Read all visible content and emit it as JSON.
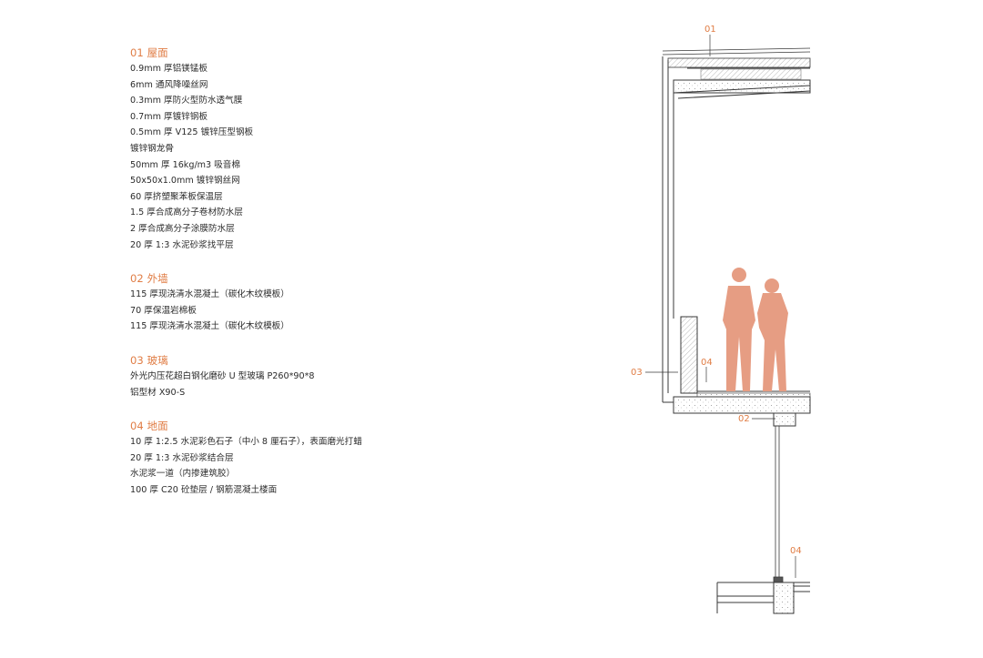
{
  "sections": [
    {
      "num": "01",
      "title": "屋面",
      "items": [
        "0.9mm 厚铝镁锰板",
        "6mm 通风降噪丝网",
        "0.3mm 厚防火型防水透气膜",
        "0.7mm 厚镀锌钢板",
        "0.5mm 厚 V125 镀锌压型钢板",
        "镀锌钢龙骨",
        "50mm 厚 16kg/m3 吸音棉",
        "50x50x1.0mm 镀锌钢丝网",
        "60 厚挤塑聚苯板保温层",
        "1.5 厚合成高分子卷材防水层",
        "2 厚合成高分子涂膜防水层",
        "20 厚 1:3 水泥砂浆找平层"
      ]
    },
    {
      "num": "02",
      "title": "外墙",
      "items": [
        "115 厚现浇清水混凝土（碳化木纹模板）",
        "70 厚保温岩棉板",
        "115 厚现浇清水混凝土（碳化木纹模板）"
      ]
    },
    {
      "num": "03",
      "title": "玻璃",
      "items": [
        "外光内压花超白钢化磨砂 U 型玻璃 P260*90*8",
        "铝型材 X90-S"
      ]
    },
    {
      "num": "04",
      "title": "地面",
      "items": [
        "10 厚 1:2.5 水泥彩色石子（中小 8 厘石子），表面磨光打蜡",
        "20 厚 1:3 水泥砂浆结合层",
        "水泥浆一道（内掺建筑胶）",
        "100 厚 C20 砼垫层 / 钢筋混凝土楼面"
      ]
    }
  ],
  "callouts": {
    "roof": "01",
    "wall_bottom": "02",
    "glass": "03",
    "floor_upper": "04",
    "floor_lower": "04"
  },
  "colors": {
    "accent": "#e07d45",
    "figure": "#e69d83",
    "line": "#3a3a3a",
    "text": "#2b2b2b"
  }
}
